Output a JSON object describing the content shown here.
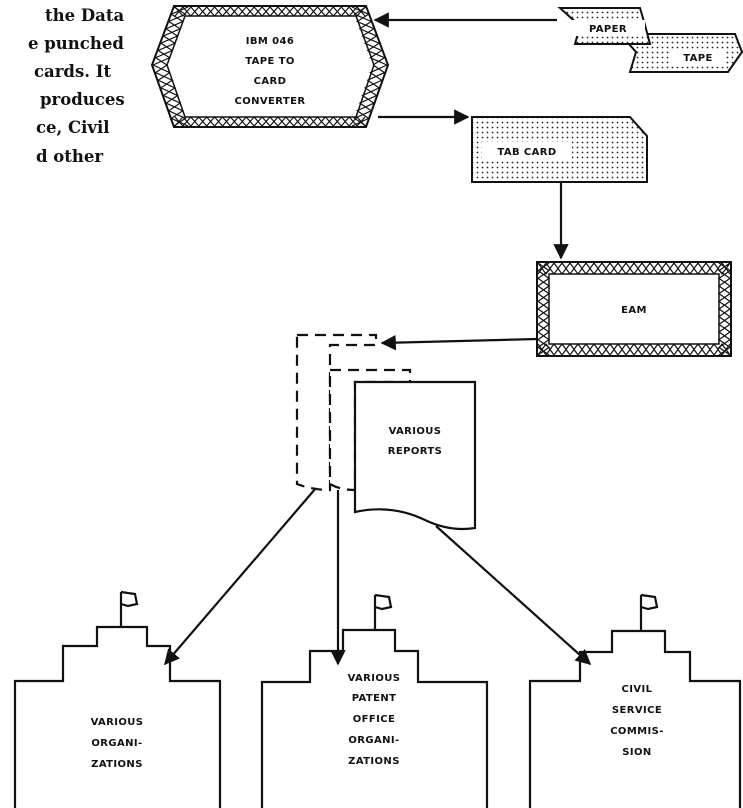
{
  "body_text_lines": [
    "the Data",
    "e punched",
    "cards.  It",
    "produces",
    "ce, Civil",
    "d    other"
  ],
  "nodes": {
    "converter": [
      "IBM 046",
      "TAPE TO",
      "CARD",
      "CONVERTER"
    ],
    "paper_tape": [
      "PAPER",
      "TAPE"
    ],
    "tab_card": [
      "TAB CARD"
    ],
    "eam": [
      "EAM"
    ],
    "reports": [
      "VARIOUS",
      "REPORTS"
    ],
    "org_various": [
      "VARIOUS",
      "ORGANI-",
      "ZATIONS"
    ],
    "org_patent": [
      "VARIOUS",
      "PATENT",
      "OFFICE",
      "ORGANI-",
      "ZATIONS"
    ],
    "org_civil": [
      "CIVIL",
      "SERVICE",
      "COMMIS-",
      "SION"
    ]
  }
}
